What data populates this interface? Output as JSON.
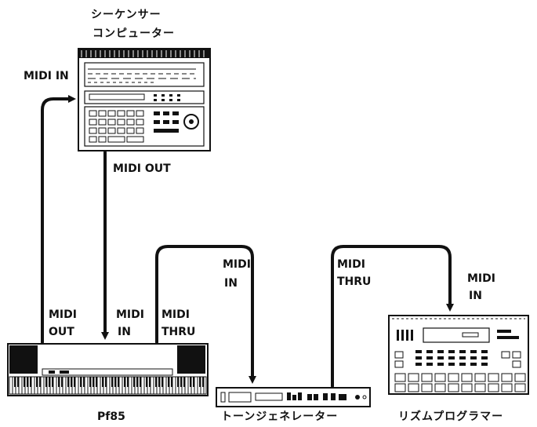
{
  "devices": {
    "sequencer": {
      "name_line1": "シーケンサー",
      "name_line2": "コンピューター"
    },
    "piano": {
      "name": "Pf85"
    },
    "tone_generator": {
      "name": "トーンジェネレーター"
    },
    "rhythm_programmer": {
      "name": "リズムプログラマー"
    }
  },
  "ports": {
    "seq_midi_in": "MIDI IN",
    "seq_midi_out": "MIDI OUT",
    "piano_out_line1": "MIDI",
    "piano_out_line2": "OUT",
    "piano_in_line1": "MIDI",
    "piano_in_line2": "IN",
    "piano_thru_line1": "MIDI",
    "piano_thru_line2": "THRU",
    "tone_in_line1": "MIDI",
    "tone_in_line2": "IN",
    "tone_thru_line1": "MIDI",
    "tone_thru_line2": "THRU",
    "rhythm_in_line1": "MIDI",
    "rhythm_in_line2": "IN"
  },
  "colors": {
    "ink": "#111111",
    "paper": "#ffffff"
  }
}
